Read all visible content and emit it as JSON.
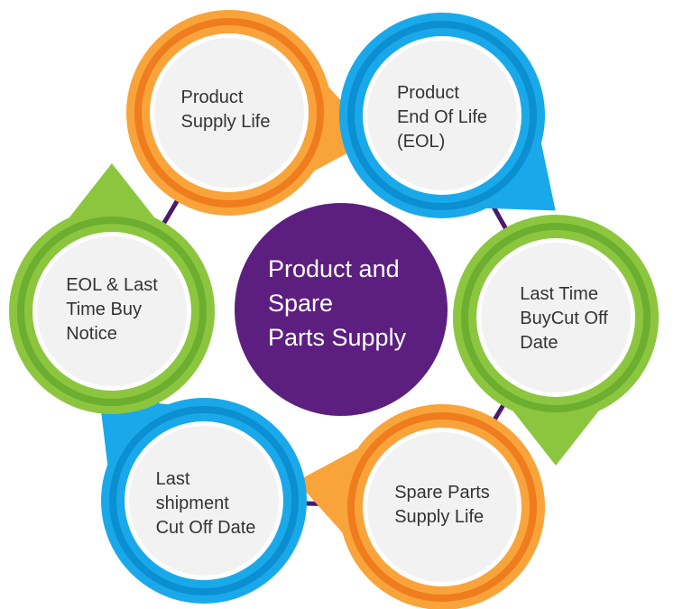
{
  "center": {
    "title": "Product and\nSpare\nParts Supply",
    "color": "#5c1f7f"
  },
  "ring_color": "#4a1a6b",
  "nodes": [
    {
      "id": "product-supply-life",
      "label": "Product\nSupply Life",
      "scheme": "orange",
      "pointer": "east"
    },
    {
      "id": "product-eol",
      "label": "Product\nEnd Of Life\n(EOL)",
      "scheme": "blue",
      "pointer": "southeast"
    },
    {
      "id": "last-time-buy-cutoff",
      "label": "Last Time\nBuyCut Off\nDate",
      "scheme": "green",
      "pointer": "south"
    },
    {
      "id": "spare-parts-supply-life",
      "label": "Spare Parts\nSupply Life",
      "scheme": "orange",
      "pointer": "west"
    },
    {
      "id": "last-shipment-cutoff",
      "label": "Last\nshipment\nCut Off Date",
      "scheme": "blue",
      "pointer": "northwest"
    },
    {
      "id": "eol-last-time-buy-notice",
      "label": "EOL & Last\nTime Buy\nNotice",
      "scheme": "green",
      "pointer": "north"
    }
  ],
  "colors": {
    "orange": {
      "light": "#f9a43b",
      "dark": "#ef7c1e"
    },
    "blue": {
      "light": "#19a9ea",
      "dark": "#0b8fd1"
    },
    "green": {
      "light": "#8cc63f",
      "dark": "#6cae2f"
    },
    "inner_fill": "#f2f2f2",
    "text": "#333333"
  }
}
